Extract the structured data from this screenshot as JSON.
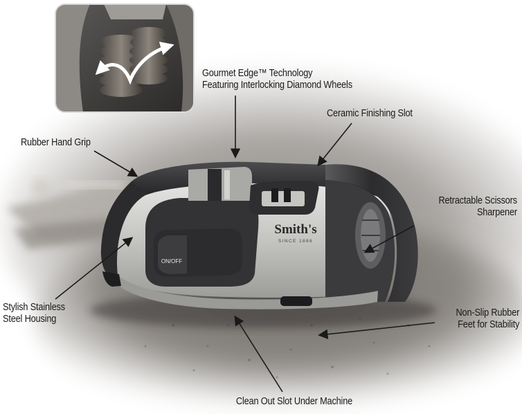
{
  "colors": {
    "background": "#ffffff",
    "counter": "#8a8681",
    "housing_dark": "#3a3a3c",
    "housing_steel": "#c9c9c7",
    "arrow": "#1a1a1a"
  },
  "product": {
    "brand_logo": "Smith's",
    "brand_tagline": "SINCE 1886",
    "button_label": "ON/OFF"
  },
  "inset": {
    "icon": "double-curved-arrow-icon",
    "description": "Close-up of interlocking diamond wheels"
  },
  "callouts": {
    "gourmet_edge": {
      "line1": "Gourmet Edge™ Technology",
      "line2": "Featuring Interlocking Diamond  Wheels"
    },
    "ceramic_slot": {
      "line1": "Ceramic Finishing Slot"
    },
    "hand_grip": {
      "line1": "Rubber Hand Grip"
    },
    "scissors": {
      "line1": "Retractable Scissors",
      "line2": "Sharpener"
    },
    "housing": {
      "line1": "Stylish Stainless",
      "line2": "Steel Housing"
    },
    "feet": {
      "line1": "Non-Slip Rubber",
      "line2": "Feet for Stability"
    },
    "clean_out": {
      "line1": "Clean Out Slot Under Machine"
    }
  }
}
